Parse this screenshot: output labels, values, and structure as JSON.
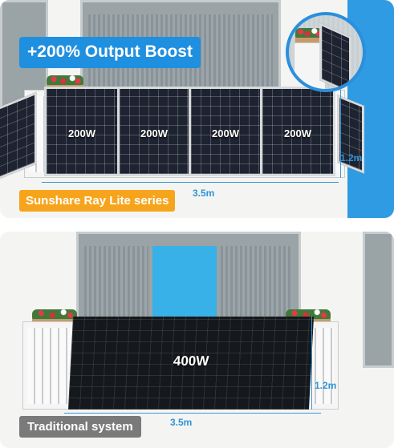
{
  "top": {
    "headline": "+200% Output Boost",
    "series_label": "Sunshare Ray Lite series",
    "panels": [
      {
        "watt": "200W"
      },
      {
        "watt": "200W"
      },
      {
        "watt": "200W"
      },
      {
        "watt": "200W"
      }
    ],
    "width_label": "3.5m",
    "height_label": "1.2m",
    "colors": {
      "headline_bg": "#1f8fe0",
      "series_bg": "#f7a41d",
      "accent": "#2e93d6"
    }
  },
  "bottom": {
    "panel_watt": "400W",
    "system_label": "Traditional system",
    "width_label": "3.5m",
    "height_label": "1.2m",
    "colors": {
      "system_bg": "#7a7a7a"
    }
  }
}
